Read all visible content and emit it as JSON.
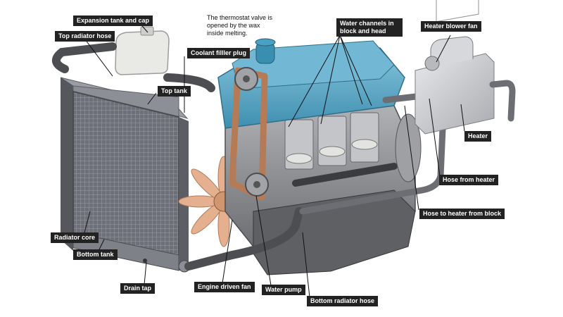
{
  "labels": {
    "expansion_tank": "Expansion tank and cap",
    "top_radiator_hose": "Top radiator hose",
    "coolant_filler_plug": "Coolant filller plug",
    "top_tank": "Top tank",
    "water_channels": "Water channels in block and head",
    "heater_blower_fan": "Heater blower fan",
    "heater": "Heater",
    "hose_from_heater": "Hose from heater",
    "hose_to_heater_from_block": "Hose to heater from block",
    "radiator_core": "Radiator core",
    "bottom_tank": "Bottom tank",
    "drain_tap": "Drain tap",
    "engine_driven_fan": "Engine driven fan",
    "water_pump": "Water pump",
    "bottom_radiator_hose": "Bottom radiator hose"
  },
  "note": "The thermostat valve is opened by the wax inside melting.",
  "colors": {
    "label_bg": "#222222",
    "label_text": "#ffffff",
    "engine_blue": "#5fa9c6",
    "block_grey": "#8a8a8c",
    "radiator_grey": "#7d7f86"
  }
}
